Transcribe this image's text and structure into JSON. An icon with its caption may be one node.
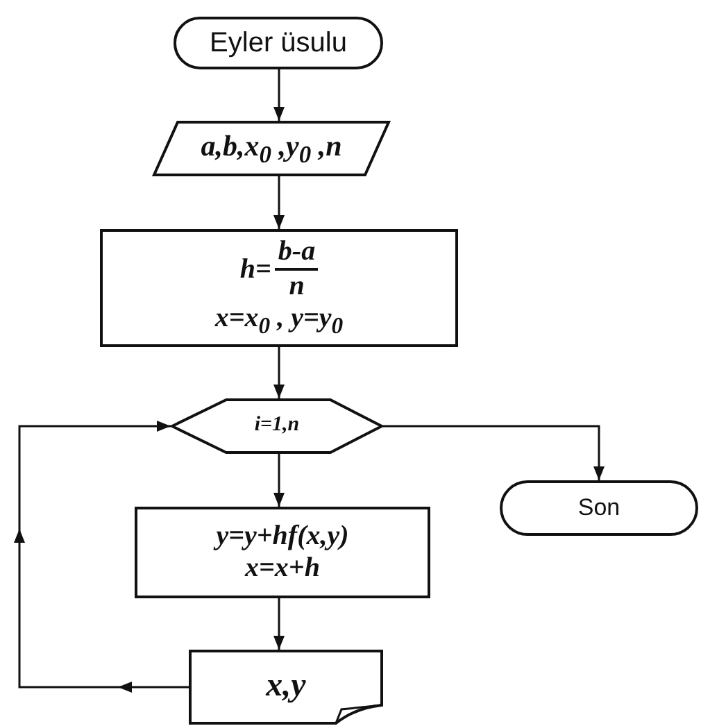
{
  "diagram": {
    "nodes": [
      {
        "text": [
          "Eyler üsulu"
        ]
      },
      {
        "text": [
          "a,b,x$_{0}$ ,y$_{0}$ ,n"
        ]
      },
      {
        "text": [
          "h=",
          "b-a",
          "n",
          "x=x$_{0}$ , y=y$_{0}$"
        ]
      },
      {
        "text": [
          "i=1,n"
        ]
      },
      {
        "text": [
          "y=y+hf(x,y)",
          "x=x+h"
        ]
      },
      {
        "text": [
          "x,y"
        ]
      },
      {
        "text": [
          "Son"
        ]
      }
    ],
    "edges": [
      {
        "from": 0,
        "to": 1,
        "arrow": "to"
      },
      {
        "from": 1,
        "to": 2,
        "arrow": "to"
      },
      {
        "from": 2,
        "to": 3,
        "arrow": "to"
      },
      {
        "from": 3,
        "to": 4,
        "arrow": "to"
      },
      {
        "from": 4,
        "to": 5,
        "arrow": "to"
      },
      {
        "from": 5,
        "to": 3,
        "arrow": "to"
      },
      {
        "from": 3,
        "to": 6,
        "arrow": "to"
      }
    ]
  }
}
